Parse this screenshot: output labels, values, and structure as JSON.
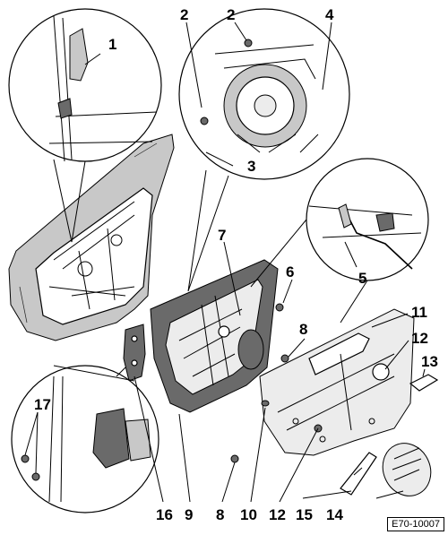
{
  "diagram": {
    "reference_code": "E70-10007",
    "callouts": {
      "c1": "1",
      "c2a": "2",
      "c2b": "2",
      "c3": "3",
      "c4": "4",
      "c5": "5",
      "c6": "6",
      "c7": "7",
      "c8a": "8",
      "c8b": "8",
      "c9": "9",
      "c10": "10",
      "c11": "11",
      "c12a": "12",
      "c12b": "12",
      "c13": "13",
      "c14": "14",
      "c15": "15",
      "c16": "16",
      "c17": "17"
    }
  }
}
